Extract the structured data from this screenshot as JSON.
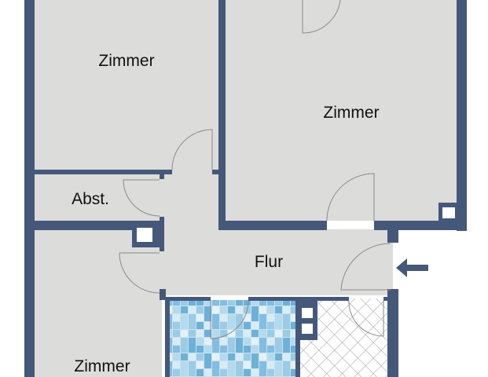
{
  "floorplan": {
    "colors": {
      "wall": "#45587a",
      "floor": "#dcdcdb",
      "background": "#ffffff",
      "door_line": "#8a8a8a",
      "tile_light": "#c9e3f1",
      "tile_mid": "#9ccbe5",
      "tile_dark": "#6fb0d6",
      "hatch": "#a9a9a9"
    },
    "rooms": [
      {
        "id": "room-top-left",
        "label": "Zimmer"
      },
      {
        "id": "room-top-right",
        "label": "Zimmer"
      },
      {
        "id": "storage",
        "label": "Abst."
      },
      {
        "id": "hallway",
        "label": "Flur"
      },
      {
        "id": "room-bottom-left",
        "label": "Zimmer"
      },
      {
        "id": "bathroom",
        "label": ""
      },
      {
        "id": "utility",
        "label": ""
      }
    ],
    "entrance_arrow": "entrance-arrow-left"
  }
}
